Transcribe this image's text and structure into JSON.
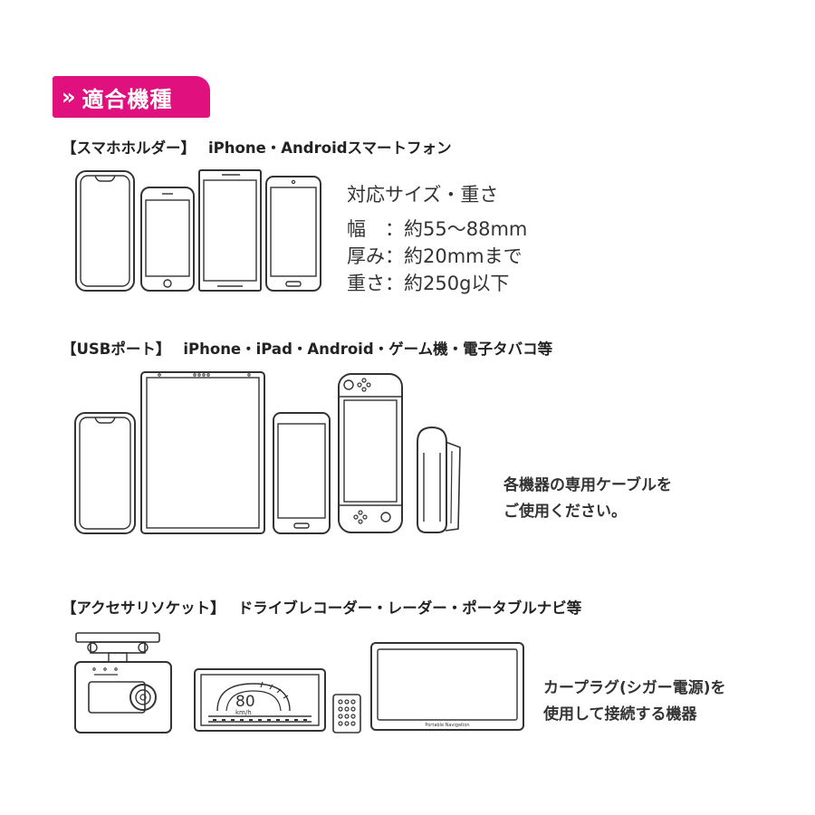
{
  "badge": {
    "chevron": "»",
    "title": "適合機種"
  },
  "sections": [
    {
      "bracket": "【スマホホルダー】",
      "devices": "iPhone・Androidスマートフォン",
      "spec": {
        "heading": "対応サイズ・重さ",
        "rows": [
          "幅　：約55～88mm",
          "厚み：約20mmまで",
          "重さ：約250g以下"
        ]
      }
    },
    {
      "bracket": "【USBポート】",
      "devices": "iPhone・iPad・Android・ゲーム機・電子タバコ等",
      "note": [
        "各機器の専用ケーブルを",
        "ご使用ください。"
      ]
    },
    {
      "bracket": "【アクセサリソケット】",
      "devices": "ドライブレコーダー・レーダー・ポータブルナビ等",
      "note": [
        "カープラグ(シガー電源)を",
        "使用して接続する機器"
      ]
    }
  ],
  "radar": {
    "speed": "80",
    "unit": "km/h"
  },
  "navi": {
    "label": "Portable Navigation"
  }
}
